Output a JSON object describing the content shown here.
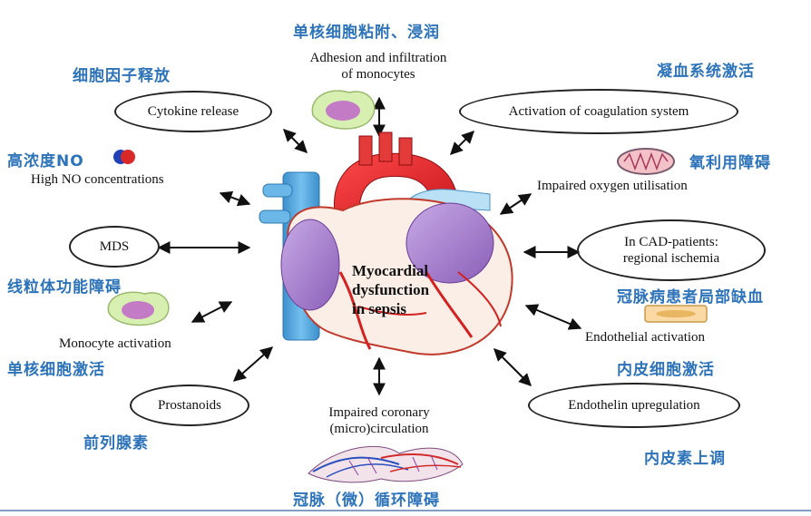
{
  "center_label": [
    "Myocardial",
    "dysfunction",
    "in sepsis"
  ],
  "nodes": {
    "monocyte_adhesion": {
      "en": [
        "Adhesion and infiltration",
        "of monocytes"
      ],
      "zh": "单核细胞粘附、浸润"
    },
    "cytokine": {
      "en": "Cytokine release",
      "zh": "细胞因子释放"
    },
    "coagulation": {
      "en": "Activation of coagulation system",
      "zh": "凝血系统激活"
    },
    "high_no": {
      "en": "High NO concentrations",
      "zh": "高浓度NO"
    },
    "oxygen": {
      "en": "Impaired oxygen utilisation",
      "zh": "氧利用障碍"
    },
    "mds": {
      "en": "MDS",
      "zh": "线粒体功能障碍"
    },
    "cad": {
      "en": [
        "In CAD-patients:",
        "regional ischemia"
      ],
      "zh": "冠脉病患者局部缺血"
    },
    "monocyte_activation": {
      "en": "Monocyte activation",
      "zh": "单核细胞激活"
    },
    "endothelial": {
      "en": "Endothelial activation",
      "zh": "内皮细胞激活"
    },
    "prostanoids": {
      "en": "Prostanoids",
      "zh": "前列腺素"
    },
    "coronary": {
      "en": [
        "Impaired coronary",
        "(micro)circulation"
      ],
      "zh": "冠脉（微）循环障碍"
    },
    "endothelin": {
      "en": "Endothelin upregulation",
      "zh": "内皮素上调"
    }
  },
  "colors": {
    "chinese_text": "#2d73b9",
    "heart_red": "#e02a2a",
    "heart_purple": "#a07bc6",
    "vessel_blue": "#4fa6dc"
  },
  "icons": [
    "monocyte-cell-icon",
    "no-molecule-icon",
    "mitochondrion-icon",
    "endothelial-cell-icon",
    "capillary-network-icon",
    "heart-illustration"
  ]
}
